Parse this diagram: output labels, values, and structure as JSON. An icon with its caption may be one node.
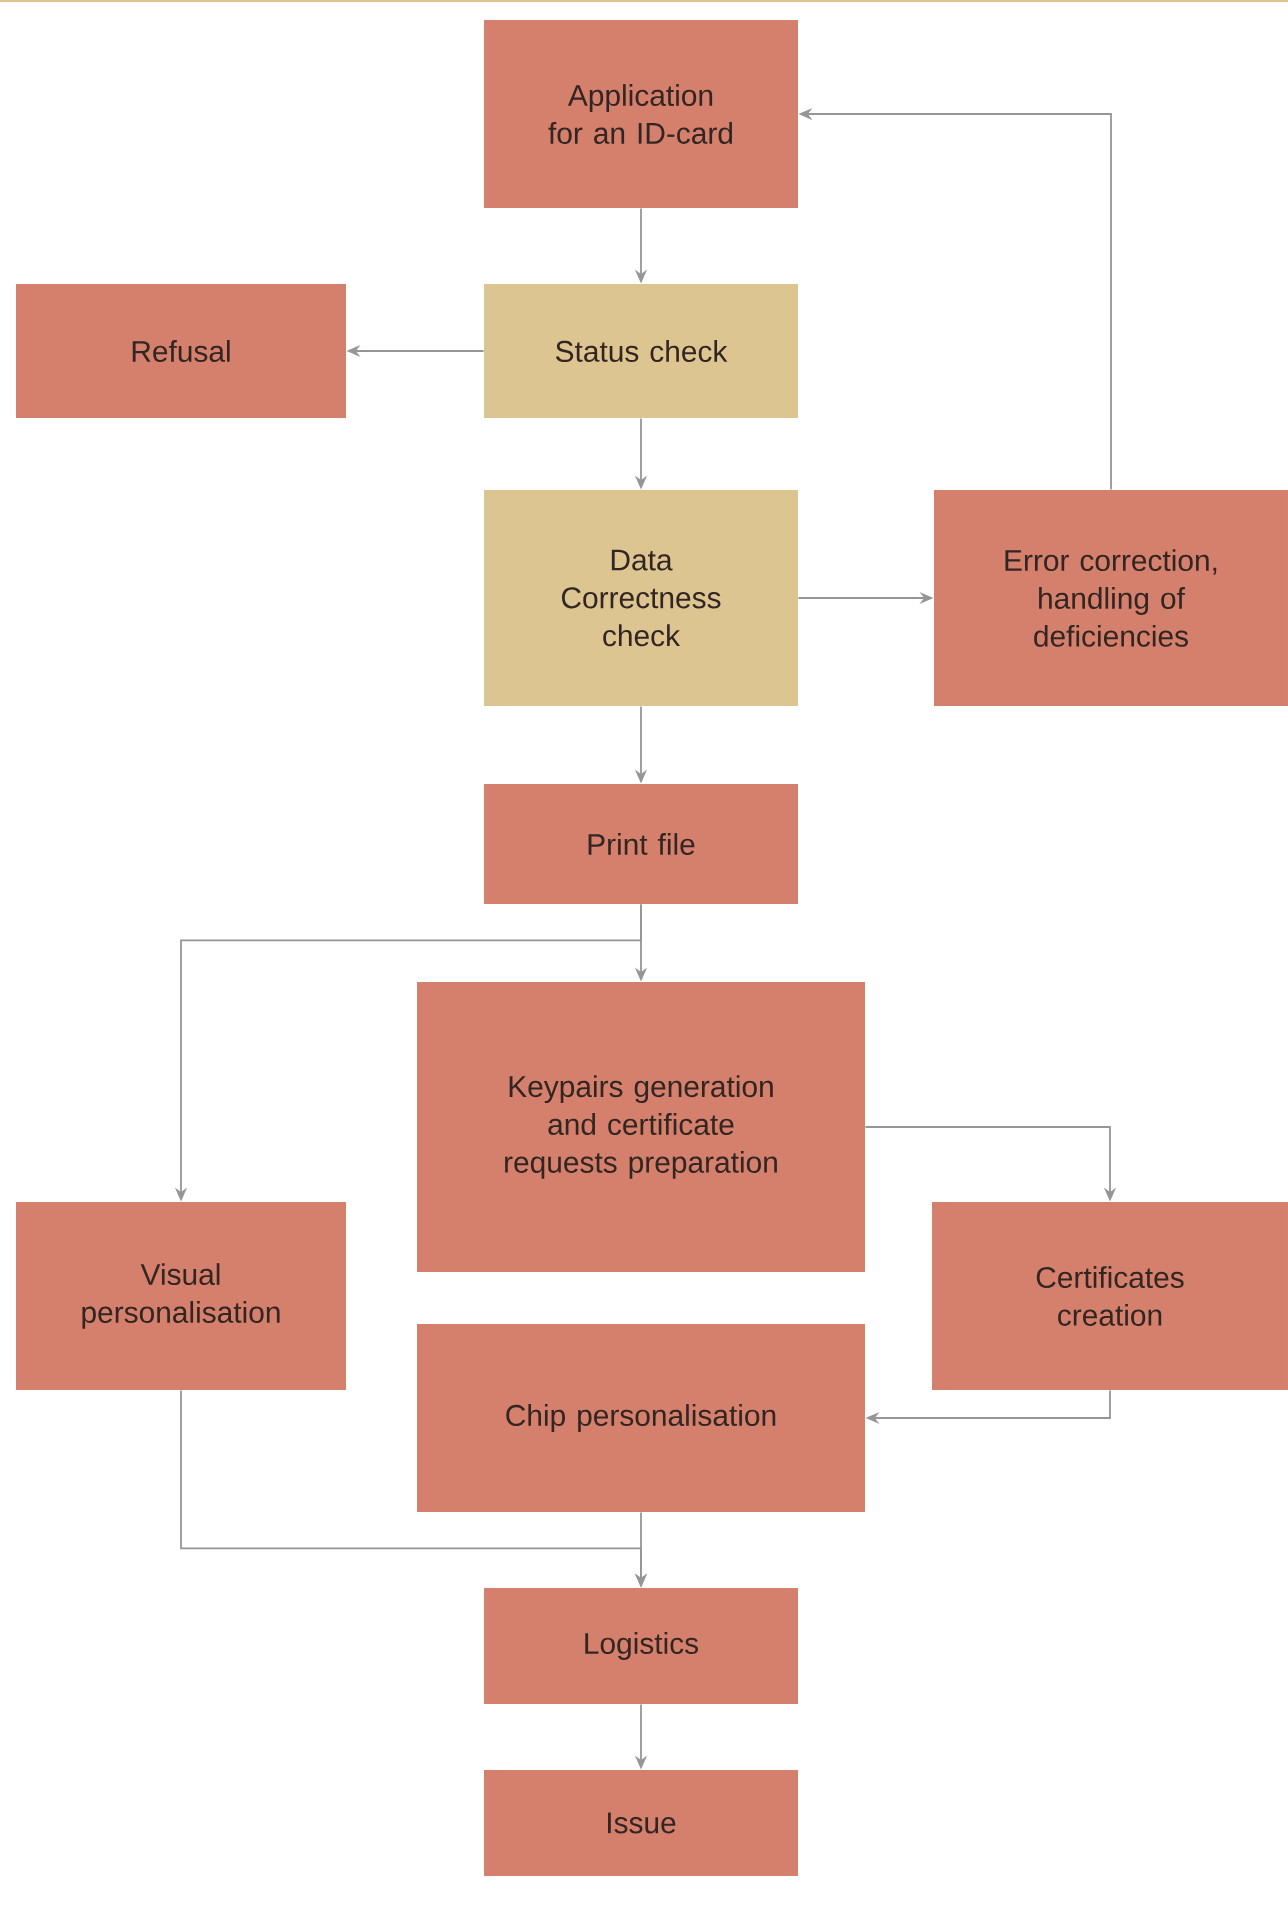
{
  "diagram": {
    "nodes": [
      {
        "text": [
          "Application for an ID-card"
        ]
      },
      {
        "text": [
          "Refusal"
        ]
      },
      {
        "text": [
          "Status check"
        ]
      },
      {
        "text": [
          "Data Correctness check"
        ]
      },
      {
        "text": [
          "Error correction, handling of deficiencies"
        ]
      },
      {
        "text": [
          "Print file"
        ]
      },
      {
        "text": [
          "Keypairs generation and certificate requests preparation"
        ]
      },
      {
        "text": [
          "Visual personalisation"
        ]
      },
      {
        "text": [
          "Certificates creation"
        ]
      },
      {
        "text": [
          "Chip personalisation"
        ]
      },
      {
        "text": [
          "Logistics"
        ]
      },
      {
        "text": [
          "Issue"
        ]
      }
    ],
    "edges": [
      {
        "from": 0,
        "to": 2,
        "arrow": "to"
      },
      {
        "from": 2,
        "to": 1,
        "arrow": "to"
      },
      {
        "from": 2,
        "to": 3,
        "arrow": "to"
      },
      {
        "from": 3,
        "to": 4,
        "arrow": "to"
      },
      {
        "from": 4,
        "to": 0,
        "arrow": "to"
      },
      {
        "from": 3,
        "to": 5,
        "arrow": "to"
      },
      {
        "from": 5,
        "to": 6,
        "arrow": "to"
      },
      {
        "from": 5,
        "to": 7,
        "arrow": "to"
      },
      {
        "from": 6,
        "to": 8,
        "arrow": "to"
      },
      {
        "from": 8,
        "to": 9,
        "arrow": "to"
      },
      {
        "from": 7,
        "to": 10,
        "arrow": "to"
      },
      {
        "from": 9,
        "to": 10,
        "arrow": "to"
      },
      {
        "from": 10,
        "to": 11,
        "arrow": "to"
      }
    ]
  }
}
